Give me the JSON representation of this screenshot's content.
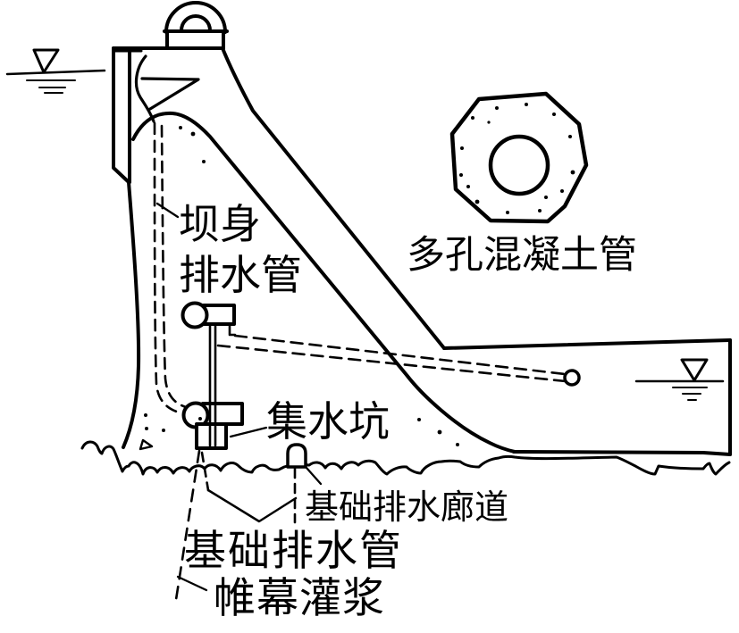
{
  "figure": {
    "labels": {
      "dam_body_drain_pipe_line1": "坝身",
      "dam_body_drain_pipe_line2": "排水管",
      "porous_concrete_pipe": "多孔混凝土管",
      "collection_pit": "集水坑",
      "foundation_drain_gallery": "基础排水廊道",
      "foundation_drain_pipe": "基础排水管",
      "curtain_grouting": "帷幕灌浆"
    },
    "icons": {
      "upstream_water_level": "water-level-triangle-symbol",
      "downstream_water_level": "water-level-triangle-symbol"
    },
    "colors": {
      "ink": "#000000",
      "paper": "#ffffff"
    }
  }
}
